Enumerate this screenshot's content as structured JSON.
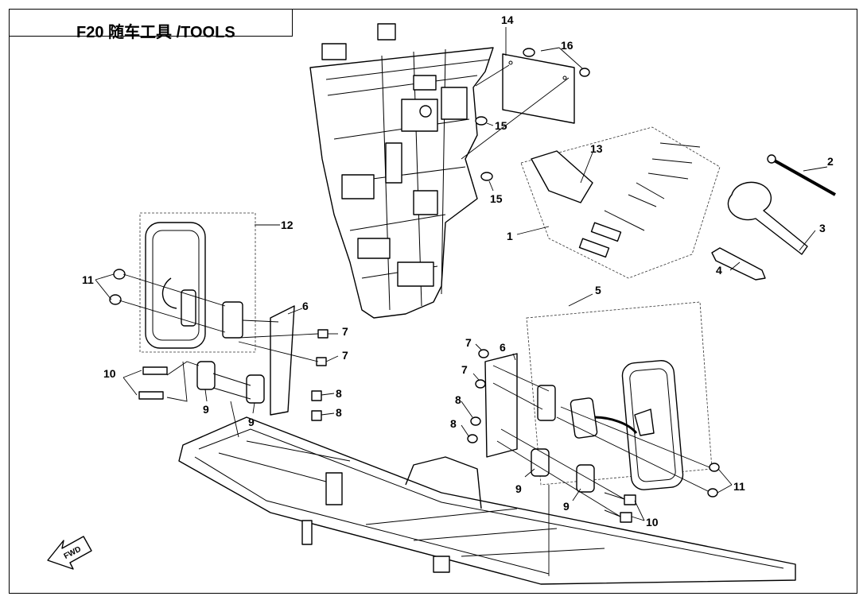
{
  "title": "F20 随车工具 /TOOLS",
  "fwd_label": "FWD",
  "callouts": {
    "c1": "1",
    "c2": "2",
    "c3": "3",
    "c4": "4",
    "c5": "5",
    "c6a": "6",
    "c6b": "6",
    "c7a": "7",
    "c7b": "7",
    "c7c": "7",
    "c7d": "7",
    "c8a": "8",
    "c8b": "8",
    "c8c": "8",
    "c8d": "8",
    "c9a": "9",
    "c9b": "9",
    "c9c": "9",
    "c9d": "9",
    "c10a": "10",
    "c10b": "10",
    "c11a": "11",
    "c11b": "11",
    "c12": "12",
    "c13": "13",
    "c14": "14",
    "c15a": "15",
    "c15b": "15",
    "c16": "16"
  }
}
